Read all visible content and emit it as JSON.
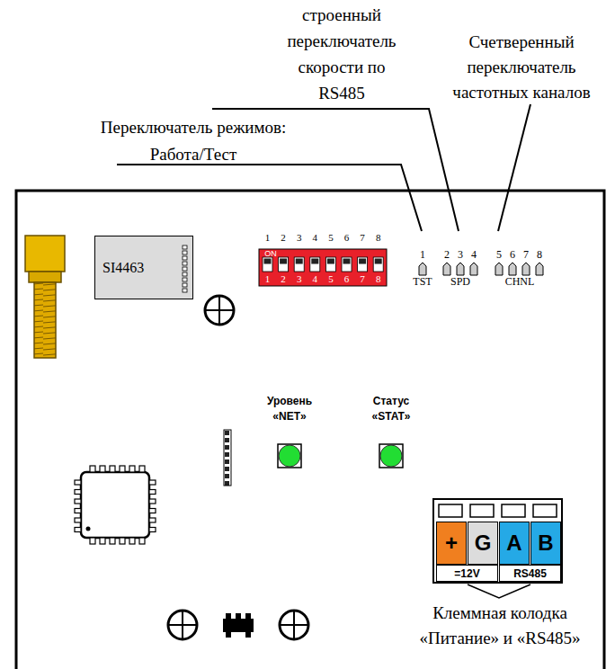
{
  "diagram": {
    "nodes": [
      {
        "text": [
          "SI4463"
        ]
      },
      {
        "text": [
          "+"
        ]
      },
      {
        "text": [
          "G"
        ]
      },
      {
        "text": [
          "A"
        ]
      },
      {
        "text": [
          "B"
        ]
      },
      {
        "text": [
          "=12V"
        ]
      },
      {
        "text": [
          "RS485"
        ]
      }
    ],
    "labels": [
      "строенный переключатель скорости по RS485",
      "Счетверенный переключатель частотных каналов",
      "Переключатель режимов: Работа/Тест",
      "1",
      "2",
      "3",
      "4",
      "5",
      "6",
      "7",
      "8",
      "ON",
      "1",
      "2",
      "3",
      "4",
      "5",
      "6",
      "7",
      "8",
      "1",
      "2",
      "3",
      "4",
      "5",
      "6",
      "7",
      "8",
      "TST",
      "SPD",
      "CHNL",
      "Уровень «NET»",
      "Статус «STAT»",
      "Клеммная колодка «Питание» и «RS485»"
    ]
  }
}
